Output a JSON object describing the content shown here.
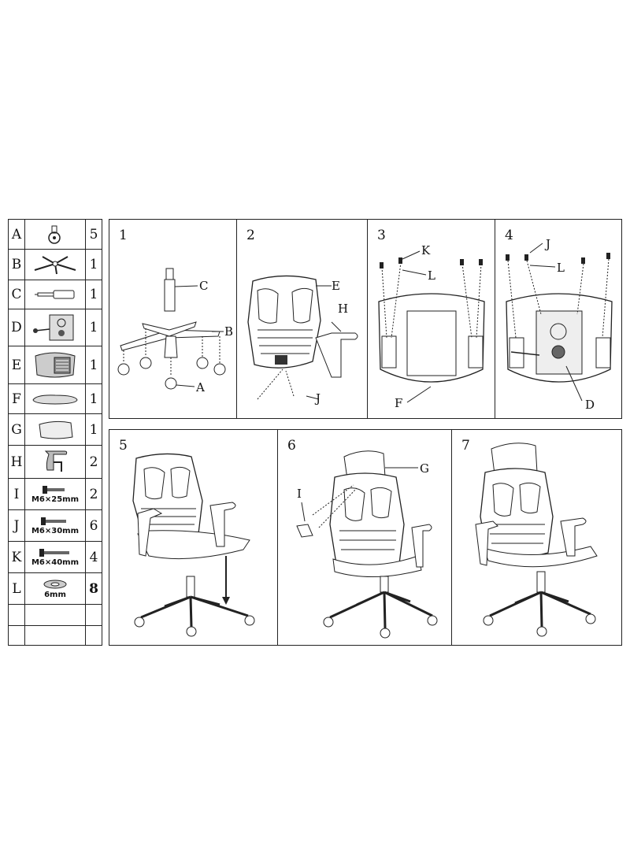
{
  "parts": [
    {
      "letter": "A",
      "qty": "5",
      "icon": "caster-icon"
    },
    {
      "letter": "B",
      "qty": "1",
      "icon": "five-star-base-icon"
    },
    {
      "letter": "C",
      "qty": "1",
      "icon": "gas-cylinder-icon"
    },
    {
      "letter": "D",
      "qty": "1",
      "icon": "tilt-mechanism-icon"
    },
    {
      "letter": "E",
      "qty": "1",
      "icon": "backrest-icon"
    },
    {
      "letter": "F",
      "qty": "1",
      "icon": "seat-cushion-icon"
    },
    {
      "letter": "G",
      "qty": "1",
      "icon": "headrest-icon"
    },
    {
      "letter": "H",
      "qty": "2",
      "icon": "armrest-icon"
    },
    {
      "letter": "I",
      "qty": "2",
      "icon": "bolt-icon",
      "label": "M6×25mm"
    },
    {
      "letter": "J",
      "qty": "6",
      "icon": "bolt-icon",
      "label": "M6×30mm"
    },
    {
      "letter": "K",
      "qty": "4",
      "icon": "bolt-icon",
      "label": "M6×40mm"
    },
    {
      "letter": "L",
      "qty": "8",
      "icon": "washer-icon",
      "label": "6mm"
    },
    {
      "letter": "",
      "qty": "",
      "icon": ""
    },
    {
      "letter": "",
      "qty": "",
      "icon": ""
    }
  ],
  "steps": [
    {
      "number": "1",
      "labels": {
        "c": "C",
        "b": "B",
        "a": "A"
      }
    },
    {
      "number": "2",
      "labels": {
        "e": "E",
        "h": "H",
        "j": "J"
      }
    },
    {
      "number": "3",
      "labels": {
        "k": "K",
        "l": "L",
        "f": "F"
      }
    },
    {
      "number": "4",
      "labels": {
        "j": "J",
        "l": "L",
        "d": "D"
      }
    },
    {
      "number": "5",
      "labels": {}
    },
    {
      "number": "6",
      "labels": {
        "g": "G",
        "i": "I"
      }
    },
    {
      "number": "7",
      "labels": {}
    }
  ]
}
